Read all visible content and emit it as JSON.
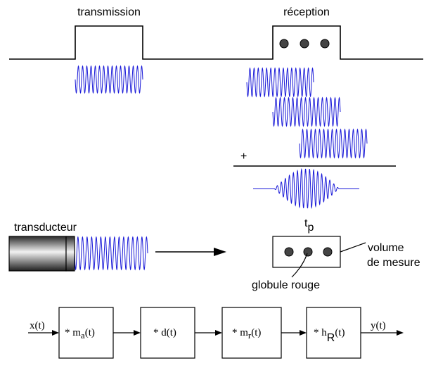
{
  "top": {
    "transmission_label": "transmission",
    "reception_label": "réception",
    "sum_symbol": "+"
  },
  "middle": {
    "transducer_label": "transducteur",
    "tp_label": "t",
    "tp_sub": "p",
    "volume_label_line1": "volume",
    "volume_label_line2": "de mesure",
    "blood_cell_label": "globule rouge"
  },
  "chain": {
    "input_label": "x(t)",
    "output_label": "y(t)",
    "blocks": [
      {
        "prefix": "* m",
        "sub": "a",
        "suffix": "(t)"
      },
      {
        "prefix": "* d(t)",
        "sub": "",
        "suffix": ""
      },
      {
        "prefix": "* m",
        "sub": "r",
        "suffix": "(t)"
      },
      {
        "prefix": "* h",
        "sub": "R",
        "suffix": "(t)"
      }
    ]
  },
  "colors": {
    "wave": "#1a1ad8",
    "line": "#000000"
  }
}
